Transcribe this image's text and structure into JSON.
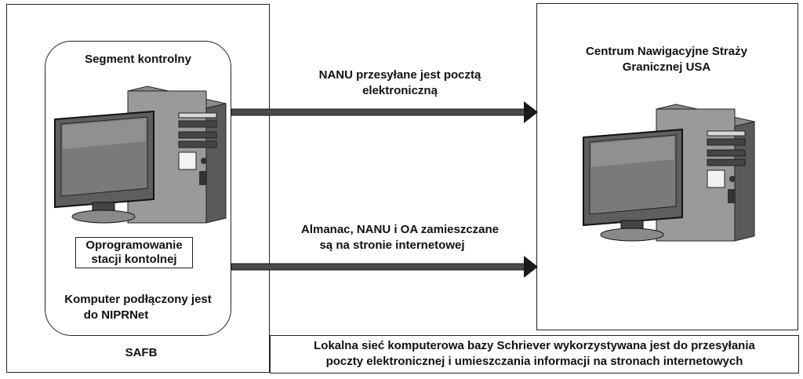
{
  "left_panel": {
    "footer_label": "SAFB",
    "segment": {
      "title": "Segment kontrolny",
      "software_label_line1": "Oprogramowanie",
      "software_label_line2": "stacji kontolnej",
      "note_line1": "Komputer podłączony jest",
      "note_line2": "do NIPRNet"
    }
  },
  "right_panel": {
    "title_line1": "Centrum Nawigacyjne Straży",
    "title_line2": "Granicznej USA"
  },
  "arrows": {
    "top_label_line1": "NANU przesyłane jest pocztą",
    "top_label_line2": "elektroniczną",
    "bottom_label_line1": "Almanac, NANU i OA zamieszczane",
    "bottom_label_line2": "są na stronie internetowej"
  },
  "lan_note": {
    "line1": "Lokalna sieć komputerowa bazy Schriever wykorzystywana jest do przesyłania",
    "line2": "poczty elektronicznej i umieszczania informacji na stronach internetowych"
  }
}
